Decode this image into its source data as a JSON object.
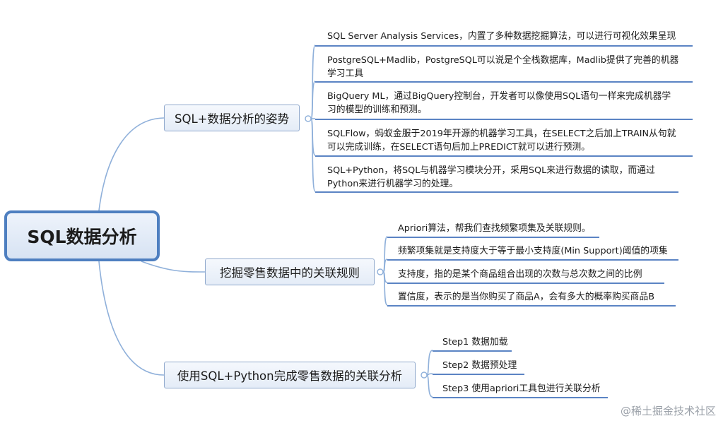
{
  "root": {
    "label": "SQL数据分析"
  },
  "branches": [
    {
      "label": "SQL+数据分析的姿势",
      "leaves": [
        [
          "SQL Server Analysis Services，内置了多种数据挖掘算法，可以进行可视化效果呈现"
        ],
        [
          "PostgreSQL+Madlib，PostgreSQL可以说是个全栈数据库，Madlib提供了完善的机器",
          "学习工具"
        ],
        [
          "BigQuery ML，通过BigQuery控制台，开发者可以像使用SQL语句一样来完成机器学",
          "习的模型的训练和预测。"
        ],
        [
          "SQLFlow，蚂蚁金服于2019年开源的机器学习工具，在SELECT之后加上TRAIN从句就",
          "可以完成训练，在SELECT语句后加上PREDICT就可以进行预测。"
        ],
        [
          "SQL+Python，将SQL与机器学习模块分开，采用SQL来进行数据的读取，而通过",
          "Python来进行机器学习的处理。"
        ]
      ]
    },
    {
      "label": "挖掘零售数据中的关联规则",
      "leaves": [
        [
          "Apriori算法，帮我们查找频繁项集及关联规则。"
        ],
        [
          "频繁项集就是支持度大于等于最小支持度(Min Support)阈值的项集"
        ],
        [
          "支持度，指的是某个商品组合出现的次数与总次数之间的比例"
        ],
        [
          "置信度，表示的是当你购买了商品A，会有多大的概率购买商品B"
        ]
      ]
    },
    {
      "label": "使用SQL+Python完成零售数据的关联分析",
      "leaves": [
        [
          "Step1 数据加载"
        ],
        [
          "Step2 数据预处理"
        ],
        [
          "Step3 使用apriori工具包进行关联分析"
        ]
      ]
    }
  ],
  "watermark": "@稀土掘金技术社区"
}
